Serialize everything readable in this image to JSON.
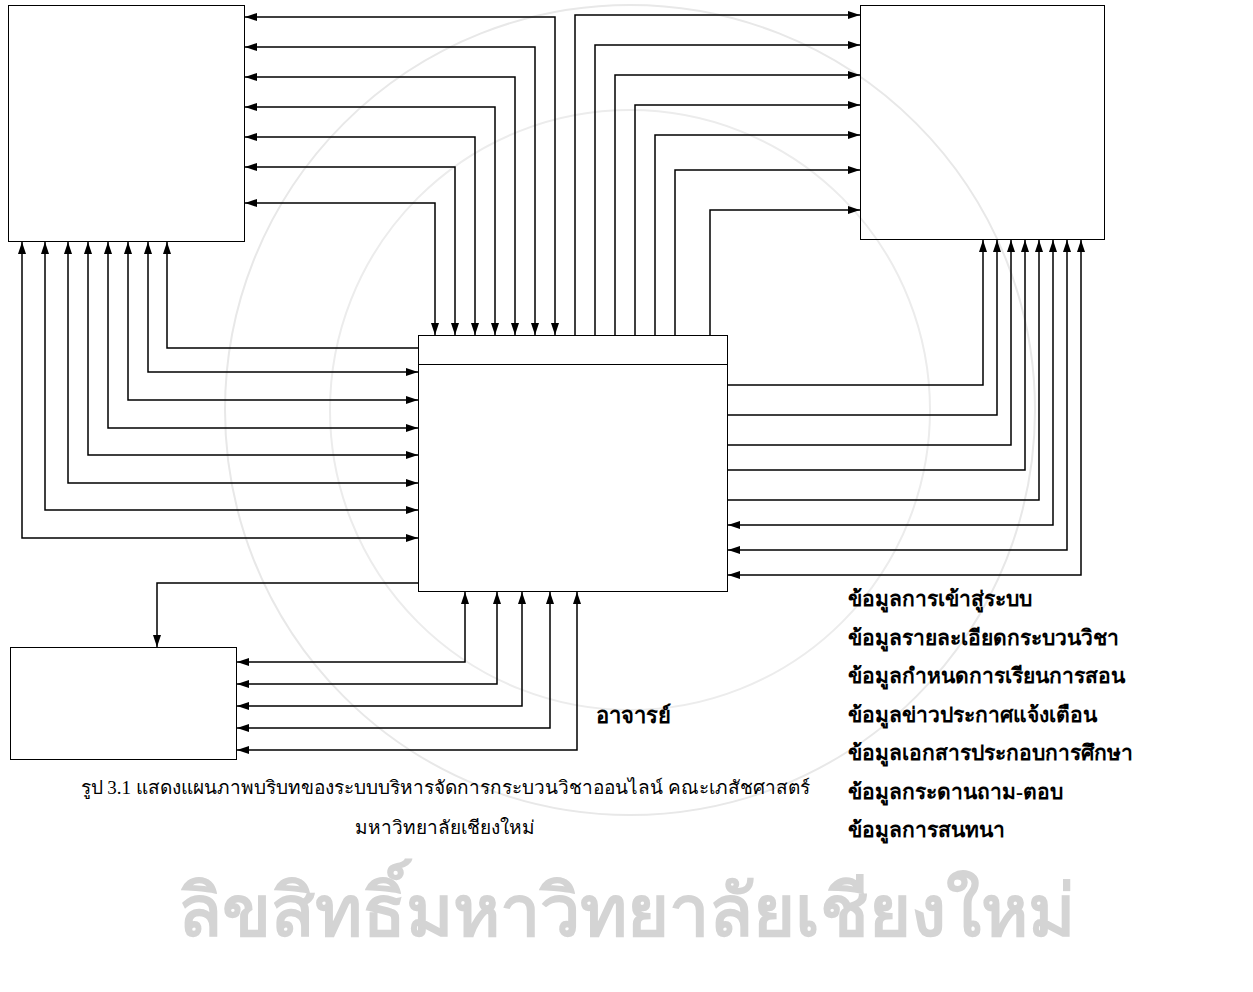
{
  "diagram": {
    "caption": "รูป 3.1 แสดงแผนภาพบริบทของระบบบริหารจัดการกระบวนวิชาออนไลน์ คณะเภสัชศาสตร์ มหาวิทยาลัยเชียงใหม่",
    "nodes": [
      {
        "text": []
      },
      {
        "text": []
      },
      {
        "text": []
      },
      {
        "text": []
      }
    ],
    "edges": [
      {
        "from": 0,
        "to": 2,
        "arrow": "both"
      },
      {
        "from": 0,
        "to": 2,
        "arrow": "both"
      },
      {
        "from": 0,
        "to": 2,
        "arrow": "both"
      },
      {
        "from": 0,
        "to": 2,
        "arrow": "both"
      },
      {
        "from": 0,
        "to": 2,
        "arrow": "both"
      },
      {
        "from": 0,
        "to": 2,
        "arrow": "both"
      },
      {
        "from": 0,
        "to": 2,
        "arrow": "both"
      },
      {
        "from": 2,
        "to": 1,
        "arrow": "to"
      },
      {
        "from": 2,
        "to": 1,
        "arrow": "to"
      },
      {
        "from": 2,
        "to": 1,
        "arrow": "to"
      },
      {
        "from": 2,
        "to": 1,
        "arrow": "to"
      },
      {
        "from": 2,
        "to": 1,
        "arrow": "to"
      },
      {
        "from": 2,
        "to": 1,
        "arrow": "to"
      },
      {
        "from": 2,
        "to": 1,
        "arrow": "to"
      },
      {
        "from": 2,
        "to": 1,
        "arrow": "to"
      },
      {
        "from": 2,
        "to": 1,
        "arrow": "to"
      },
      {
        "from": 2,
        "to": 1,
        "arrow": "to"
      },
      {
        "from": 2,
        "to": 1,
        "arrow": "to"
      },
      {
        "from": 2,
        "to": 1,
        "arrow": "to"
      },
      {
        "from": 2,
        "to": 1,
        "arrow": "both"
      },
      {
        "from": 2,
        "to": 1,
        "arrow": "both"
      },
      {
        "from": 2,
        "to": 1,
        "arrow": "both"
      },
      {
        "from": 3,
        "to": 2,
        "arrow": "both"
      },
      {
        "from": 3,
        "to": 2,
        "arrow": "both"
      },
      {
        "from": 3,
        "to": 2,
        "arrow": "both"
      },
      {
        "from": 3,
        "to": 2,
        "arrow": "both"
      },
      {
        "from": 3,
        "to": 2,
        "arrow": "both"
      },
      {
        "from": 2,
        "to": 3,
        "arrow": "to"
      },
      {
        "from": 2,
        "to": 0,
        "arrow": "to"
      },
      {
        "from": 0,
        "to": 2,
        "arrow": "both"
      },
      {
        "from": 0,
        "to": 2,
        "arrow": "both"
      },
      {
        "from": 0,
        "to": 2,
        "arrow": "both"
      },
      {
        "from": 0,
        "to": 2,
        "arrow": "both"
      },
      {
        "from": 0,
        "to": 2,
        "arrow": "both"
      },
      {
        "from": 0,
        "to": 2,
        "arrow": "both"
      },
      {
        "from": 0,
        "to": 2,
        "arrow": "both"
      }
    ],
    "labels": [
      "ข้อมูลการเข้าสู่ระบบ",
      "ข้อมูลรายละเอียดกระบวนวิชา",
      "ข้อมูลกำหนดการเรียนการสอน",
      "ข้อมูลข่าวประกาศแจ้งเตือน",
      "อาจารย์",
      "ข้อมูลเอกสารประกอบการศึกษา",
      "ข้อมูลกระดานถาม-ตอบ",
      "ข้อมูลการสนทนา",
      "ลิขสิทธิ์มหาวิทยาลัยเชียงใหม่"
    ]
  }
}
